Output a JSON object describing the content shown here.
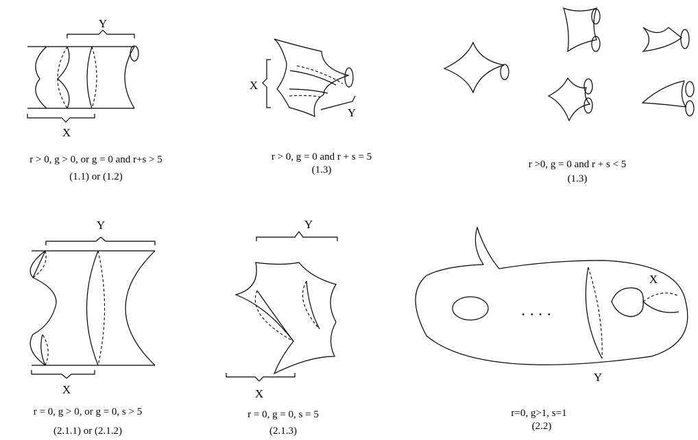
{
  "labels": {
    "x": "X",
    "y": "Y"
  },
  "panels": [
    {
      "id": "p1",
      "caption": "r > 0, g > 0, or g = 0 and r+s > 5",
      "ref": "(1.1) or (1.2)"
    },
    {
      "id": "p2",
      "caption": "r > 0, g = 0 and  r + s =  5",
      "ref": "(1.3)"
    },
    {
      "id": "p3",
      "caption": "r >0,    g = 0 and  r + s  < 5",
      "ref": "(1.3)"
    },
    {
      "id": "p4",
      "caption": "r = 0, g > 0, or g = 0, s > 5",
      "ref": "(2.1.1)  or (2.1.2)"
    },
    {
      "id": "p5",
      "caption": "r = 0,  g = 0, s = 5",
      "ref": "(2.1.3)"
    },
    {
      "id": "p6",
      "caption": "r=0, g>1, s=1",
      "ref": "(2.2)",
      "dots": ". . . ."
    }
  ]
}
